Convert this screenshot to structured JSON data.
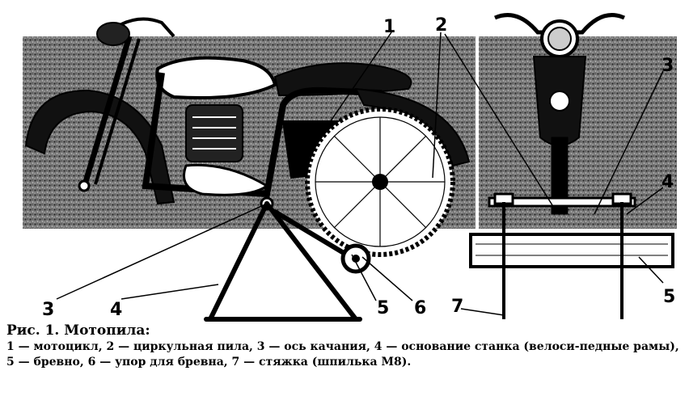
{
  "callouts": [
    {
      "id": "c1",
      "text": "1"
    },
    {
      "id": "c2",
      "text": "2"
    },
    {
      "id": "c3a",
      "text": "3"
    },
    {
      "id": "c3b",
      "text": "3"
    },
    {
      "id": "c4a",
      "text": "4"
    },
    {
      "id": "c4b",
      "text": "4"
    },
    {
      "id": "c5a",
      "text": "5"
    },
    {
      "id": "c5b",
      "text": "5"
    },
    {
      "id": "c6",
      "text": "6"
    },
    {
      "id": "c7",
      "text": "7"
    }
  ],
  "caption": {
    "title": "Рис. 1. Мотопила:",
    "text": "1 — мотоцикл, 2 — циркульная пила, 3 — ось качания, 4 — основание станка (велоси-педные рамы), 5 — бревно, 6 — упор для бревна, 7 — стяжка (шпилька М8)."
  },
  "colors": {
    "ink": "#000000",
    "background_texture": "#6a6a6a",
    "paper": "#ffffff"
  }
}
